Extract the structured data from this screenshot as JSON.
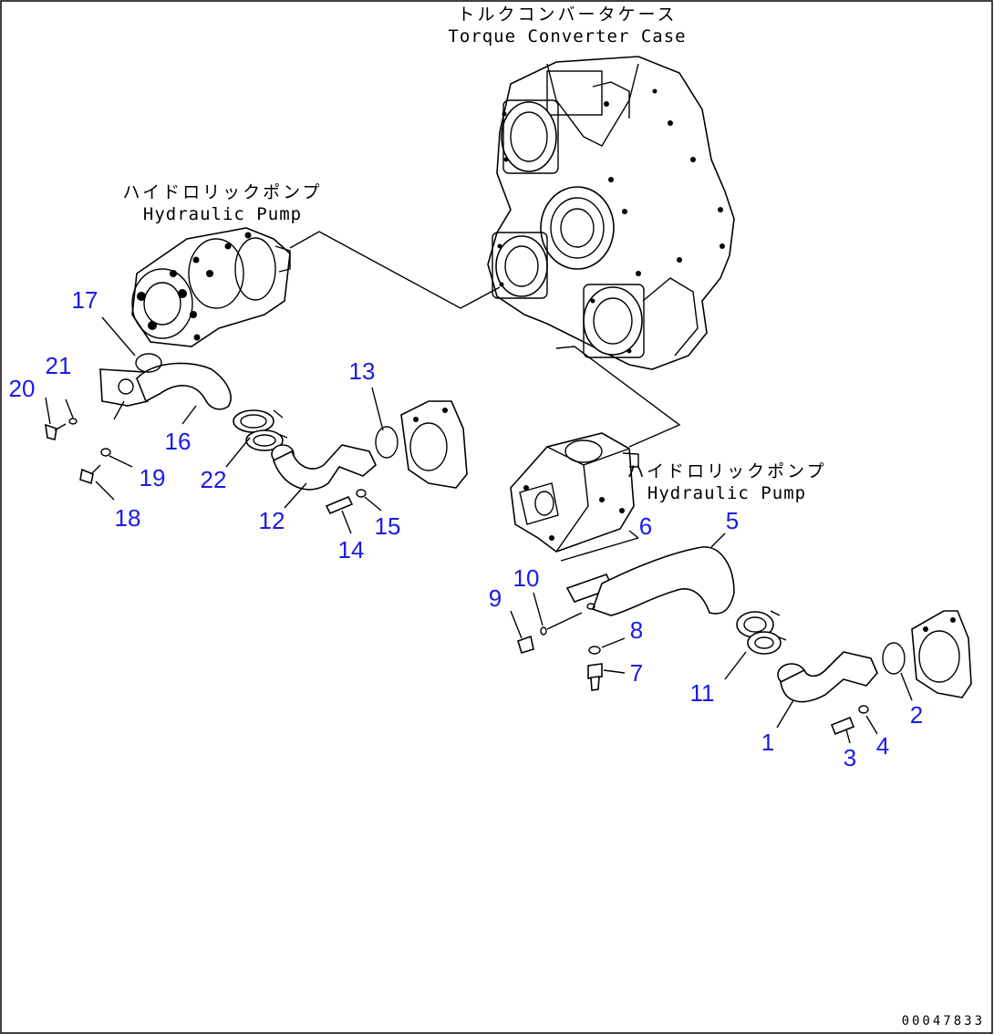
{
  "captions": {
    "torque_case_jp": "トルクコンバータケース",
    "torque_case_en": "Torque Converter Case",
    "pump_upper_jp": "ハイドロリックポンプ",
    "pump_upper_en": "Hydraulic Pump",
    "pump_lower_jp": "ハイドロリックポンプ",
    "pump_lower_en": "Hydraulic Pump"
  },
  "callouts": {
    "n1": "1",
    "n2": "2",
    "n3": "3",
    "n4": "4",
    "n5": "5",
    "n6": "6",
    "n7": "7",
    "n8": "8",
    "n9": "9",
    "n10": "10",
    "n11": "11",
    "n12": "12",
    "n13": "13",
    "n14": "14",
    "n15": "15",
    "n16": "16",
    "n17": "17",
    "n18": "18",
    "n19": "19",
    "n20": "20",
    "n21": "21",
    "n22": "22"
  },
  "document_id": "00047833",
  "colors": {
    "callout": "#1a1ae6",
    "line": "#000000",
    "background": "#ffffff"
  }
}
